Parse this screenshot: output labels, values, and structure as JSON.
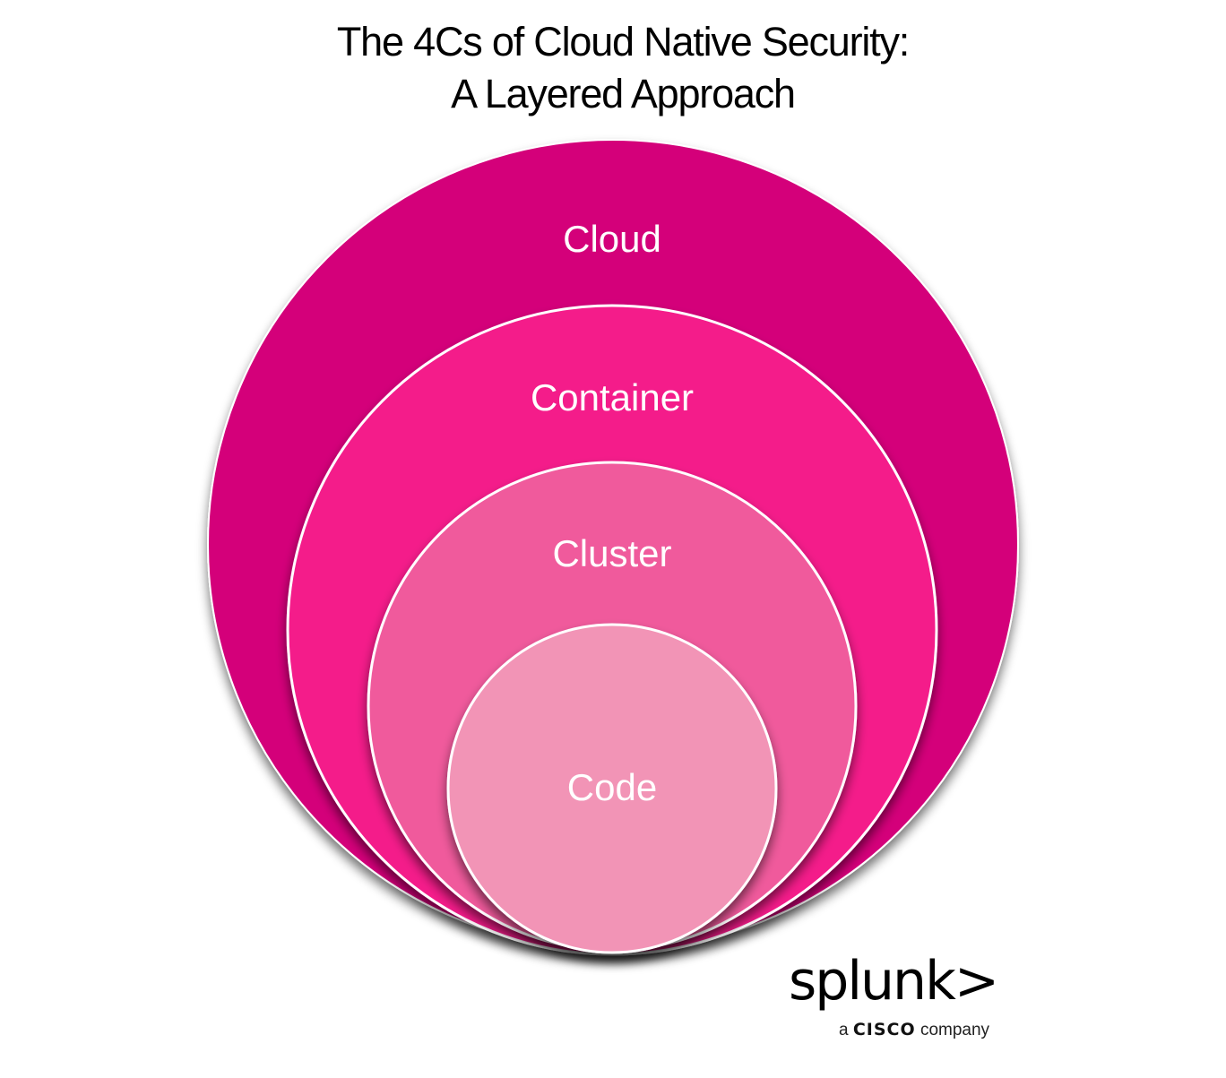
{
  "title": {
    "line1": "The 4Cs of Cloud Native Security:",
    "line2": "A Layered Approach"
  },
  "layers": [
    {
      "name": "Cloud",
      "color": "#D4007A",
      "order": 1
    },
    {
      "name": "Container",
      "color": "#F41A8A",
      "order": 2
    },
    {
      "name": "Cluster",
      "color": "#F05A9C",
      "order": 3
    },
    {
      "name": "Code",
      "color": "#F294B6",
      "order": 4
    }
  ],
  "logo": {
    "brand": "splunk>",
    "sub_prefix": "a",
    "sub_brand": "CISCO",
    "sub_suffix": "company"
  }
}
